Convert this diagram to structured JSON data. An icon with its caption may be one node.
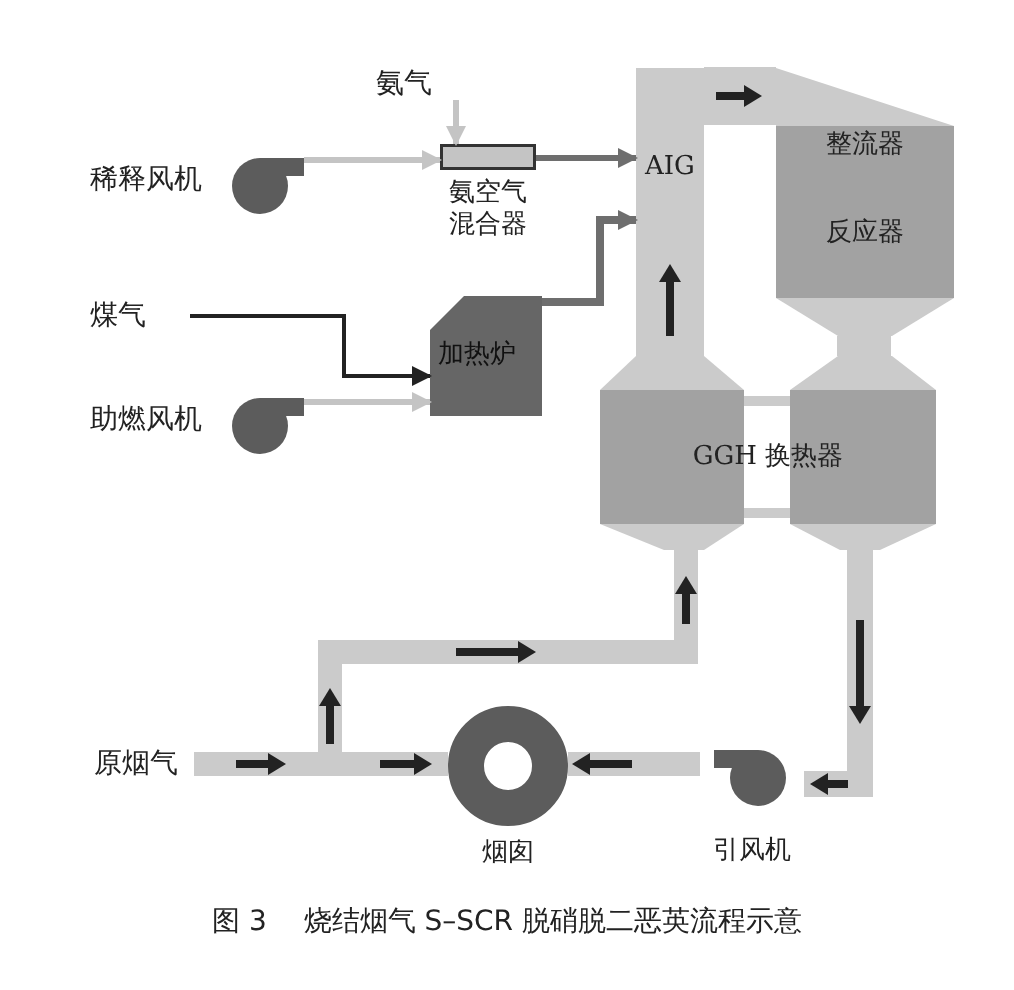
{
  "diagram": {
    "caption": "图 3　 烧结烟气 S–SCR 脱硝脱二恶英流程示意",
    "nodes": [
      {
        "text": [
          "氨气"
        ]
      },
      {
        "text": [
          "稀释风机"
        ]
      },
      {
        "text": [
          "氨空气混合器"
        ]
      },
      {
        "text": [
          "煤气"
        ]
      },
      {
        "text": [
          "加热炉"
        ]
      },
      {
        "text": [
          "助燃风机"
        ]
      },
      {
        "text": [
          "AIG"
        ]
      },
      {
        "text": [
          "整流器",
          "反应器"
        ]
      },
      {
        "text": [
          "GGH 换热器"
        ]
      },
      {
        "text": [
          "原烟气"
        ]
      },
      {
        "text": [
          "烟囱"
        ]
      },
      {
        "text": [
          "引风机"
        ]
      }
    ],
    "edges": [
      {
        "from": 0,
        "to": 2,
        "arrow": "to"
      },
      {
        "from": 1,
        "to": 2,
        "arrow": "to"
      },
      {
        "from": 2,
        "to": 6,
        "arrow": "to",
        "color": "#6e6e6e"
      },
      {
        "from": 3,
        "to": 4,
        "arrow": "to",
        "color": "#222222"
      },
      {
        "from": 5,
        "to": 4,
        "arrow": "to"
      },
      {
        "from": 4,
        "to": 6,
        "arrow": "to",
        "color": "#6e6e6e"
      },
      {
        "from": 6,
        "to": 7,
        "arrow": "to",
        "style": "thick"
      },
      {
        "from": 8,
        "to": 6,
        "arrow": "to",
        "style": "thick"
      },
      {
        "from": 7,
        "to": 8,
        "arrow": "none",
        "style": "thick"
      },
      {
        "from": 8,
        "to": 11,
        "arrow": "to"
      },
      {
        "from": 11,
        "to": 10,
        "arrow": "to"
      },
      {
        "from": 9,
        "to": 10,
        "arrow": "to"
      },
      {
        "from": 9,
        "to": 8,
        "arrow": "to"
      }
    ]
  }
}
